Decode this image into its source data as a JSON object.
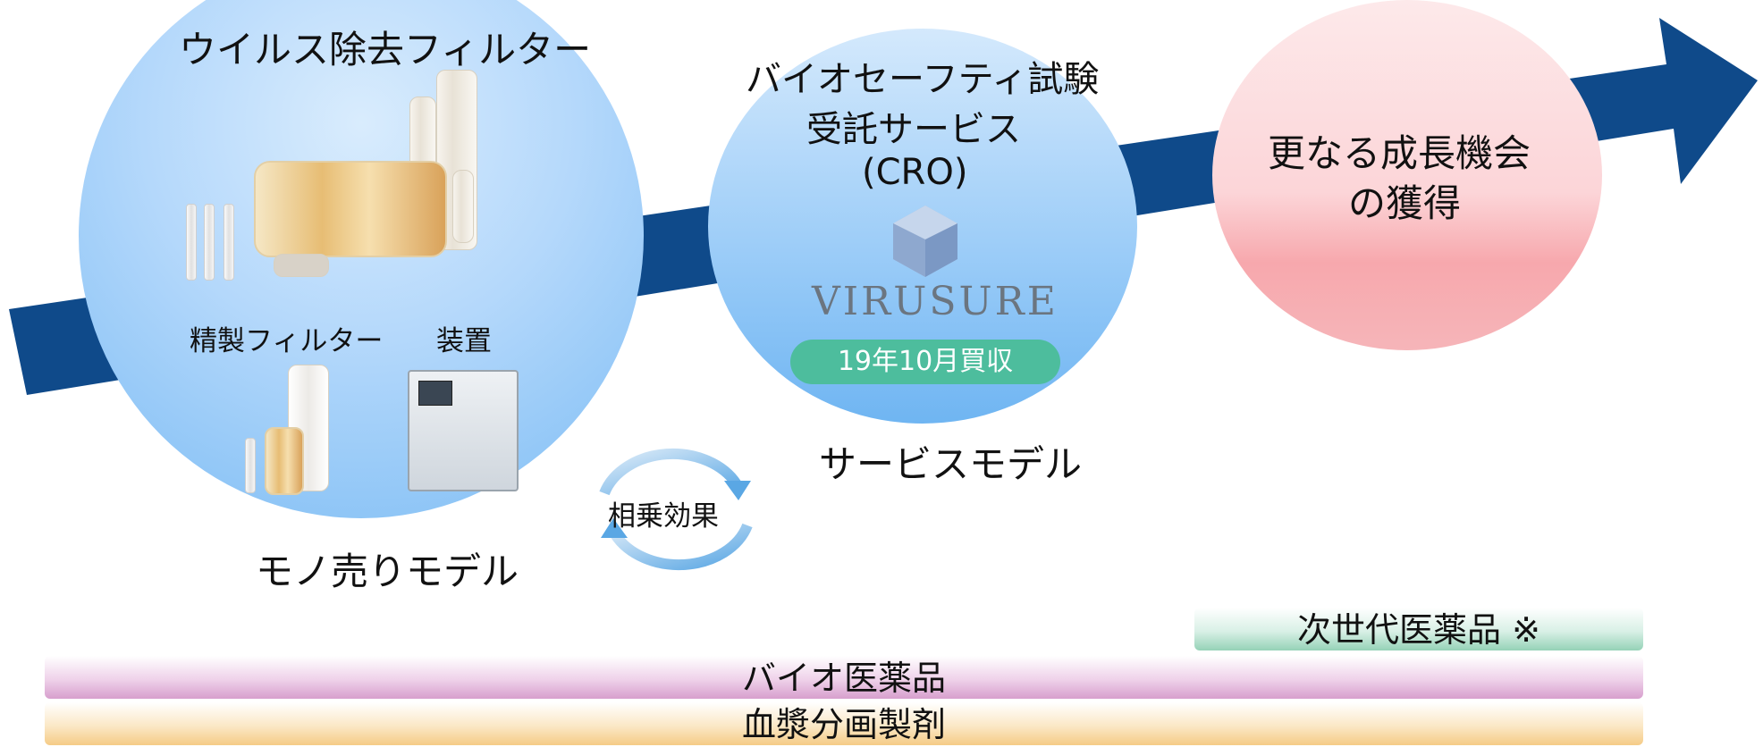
{
  "colors": {
    "arrow": "#0f4a8a",
    "filter_circle": "#8cc3f6",
    "cro_circle": "#86c0f5",
    "growth_circle": "#f7b3b7",
    "badge": "#4dbd9d",
    "bar_next_gen": "#95d2b7",
    "bar_biopharma": "#d79fcd",
    "bar_plasma": "#f5cb86"
  },
  "product_model": {
    "title": "ウイルス除去フィルター",
    "purification_filter_label": "精製フィルター",
    "equipment_label": "装置",
    "model_label": "モノ売りモデル"
  },
  "service_model": {
    "title_line1": "バイオセーフティ試験",
    "title_line2": "受託サービス",
    "title_line3": "(CRO)",
    "logo_text": "VIRUSURE",
    "acquisition_badge": "19年10月買収",
    "model_label": "サービスモデル"
  },
  "synergy_label": "相乗効果",
  "growth": {
    "line1": "更なる成長機会",
    "line2": "の獲得"
  },
  "bars": {
    "next_gen": "次世代医薬品 ※",
    "biopharma": "バイオ医薬品",
    "plasma": "血漿分画製剤"
  }
}
